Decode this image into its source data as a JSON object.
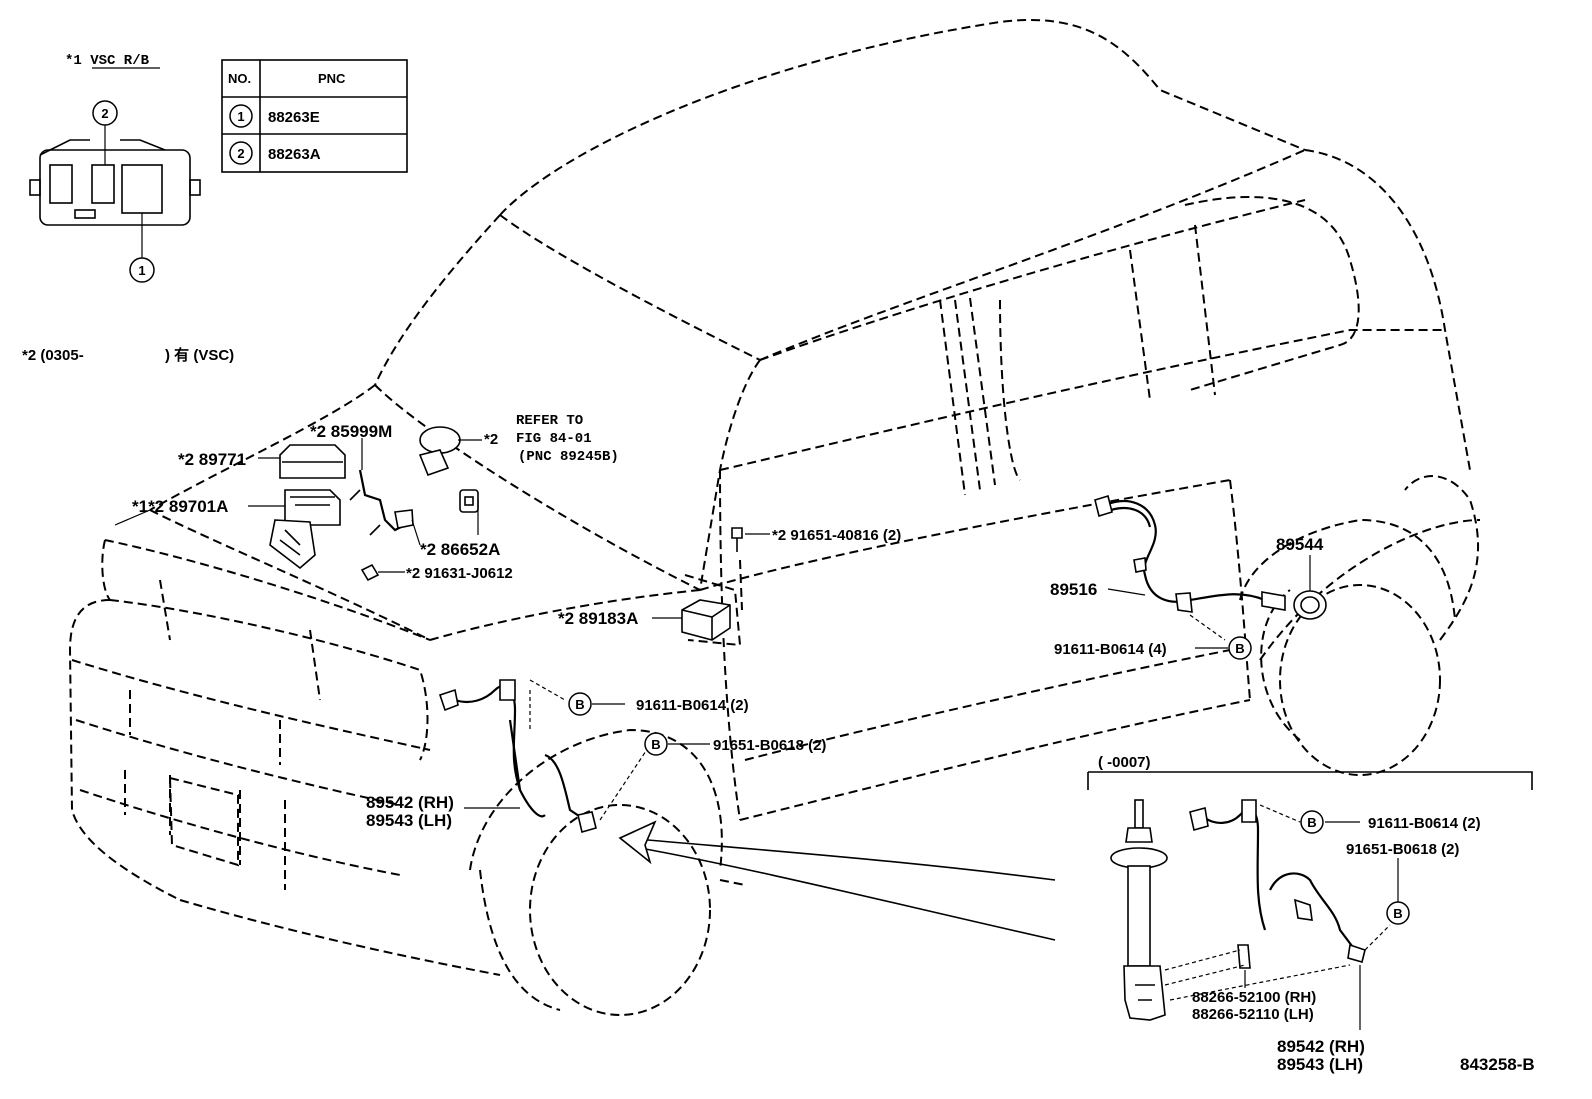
{
  "legend": {
    "note1": "*1 VSC R/B",
    "note2_prefix": "*2 (0305-",
    "note2_suffix": ") 有 (VSC)"
  },
  "pnc_table": {
    "headers": [
      "NO.",
      "PNC"
    ],
    "rows": [
      {
        "no": "1",
        "pnc": "88263E"
      },
      {
        "no": "2",
        "pnc": "88263A"
      }
    ]
  },
  "relay_box_callouts": [
    "2",
    "1"
  ],
  "refer_note": [
    "REFER TO",
    "FIG 84-01",
    "(PNC 89245B)"
  ],
  "parts": {
    "p85999M": "*2 85999M",
    "p_refer_mark": "*2",
    "p89771": "*2 89771",
    "p89701A": "*1*2 89701A",
    "p86652A": "*2 86652A",
    "p91631": "*2 91631-J0612",
    "p91651_40816": "*2 91651-40816 (2)",
    "p89183A": "*2 89183A",
    "p89544": "89544",
    "p89516": "89516",
    "p91611_rear": "91611-B0614 (4)",
    "p91611_front": "91611-B0614 (2)",
    "p91651_front": "91651-B0618 (2)",
    "p89542_front": "89542 (RH)",
    "p89543_front": "89543 (LH)",
    "inset_range": "(      -0007)",
    "p91611_inset": "91611-B0614 (2)",
    "p91651_inset": "91651-B0618 (2)",
    "p88266_rh": "88266-52100 (RH)",
    "p88266_lh": "88266-52110 (LH)",
    "p89542_inset": "89542 (RH)",
    "p89543_inset": "89543 (LH)"
  },
  "callout_letter": "B",
  "figure_id": "843258-B"
}
